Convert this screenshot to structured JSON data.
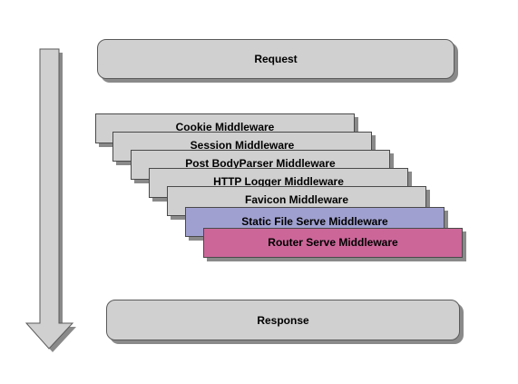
{
  "request_label": "Request",
  "response_label": "Response",
  "middleware_layers": [
    {
      "label": "Cookie Middleware",
      "color": "#d0d0d0"
    },
    {
      "label": "Session Middleware",
      "color": "#d0d0d0"
    },
    {
      "label": "Post BodyParser Middleware",
      "color": "#d0d0d0"
    },
    {
      "label": "HTTP Logger Middleware",
      "color": "#d0d0d0"
    },
    {
      "label": "Favicon Middleware",
      "color": "#d0d0d0"
    },
    {
      "label": "Static File Serve Middleware",
      "color": "#a0a0d0"
    },
    {
      "label": "Router Serve Middleware",
      "color": "#cc6699"
    }
  ],
  "colors": {
    "box_fill": "#d0d0d0",
    "shadow": "#8a8a8a",
    "border": "#4a4a4a"
  },
  "icons": {
    "flow_arrow": "down-arrow-icon"
  }
}
